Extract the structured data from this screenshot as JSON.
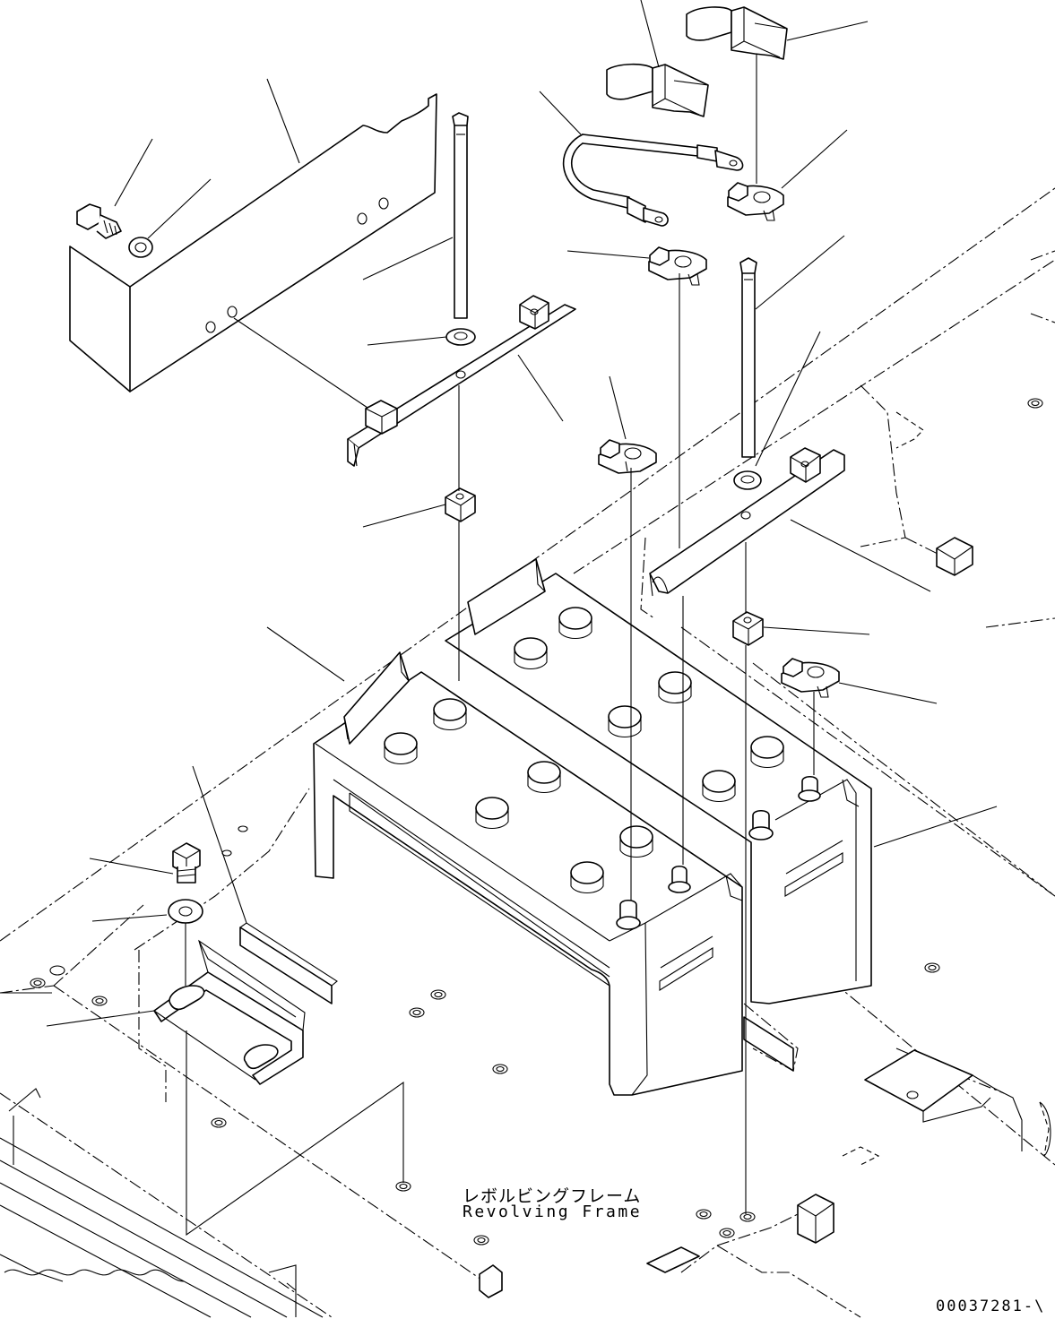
{
  "labels": {
    "frame_ja": "レボルビングフレーム",
    "frame_en": "Revolving Frame",
    "drawing_number": "00037281-\\"
  }
}
